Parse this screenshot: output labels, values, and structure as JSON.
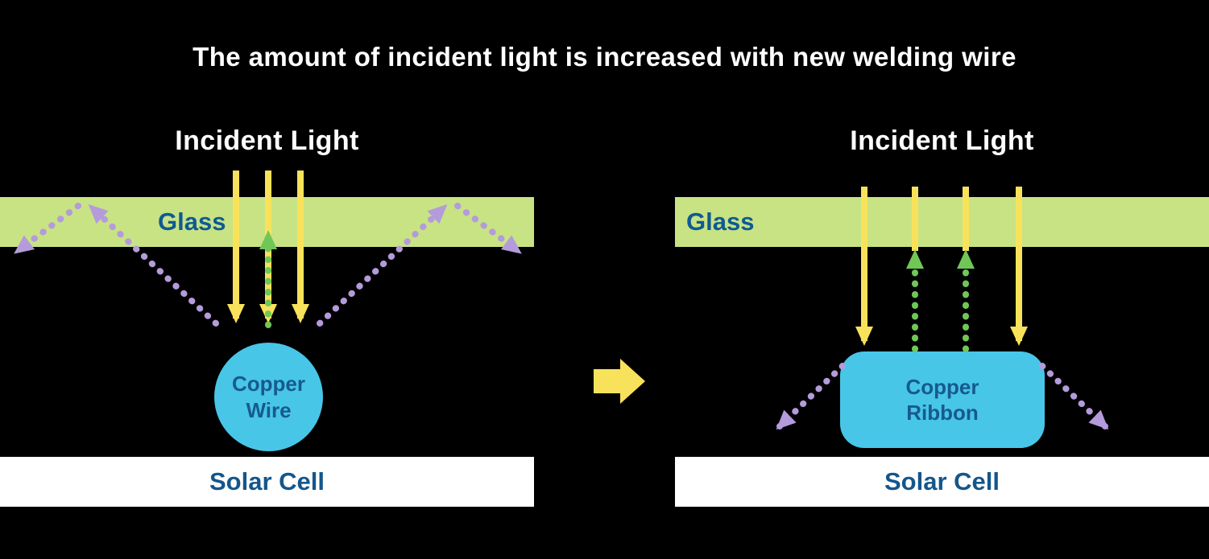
{
  "title": "The amount of incident light is increased with new welding wire",
  "colors": {
    "background": "#000000",
    "title_text": "#ffffff",
    "glass_fill": "#c8e384",
    "glass_label_text": "#0f5a92",
    "copper_label_text": "#175a8d",
    "solar_cell_label_text": "#14568c",
    "incident_ray_yellow": "#f9e25b",
    "reflected_ray_green": "#70c757",
    "escaping_ray_purple": "#b49bdb",
    "copper_cyan": "#47c6e8",
    "solar_cell_white": "#ffffff"
  },
  "left_panel": {
    "incident_light_label": "Incident Light",
    "glass_label": "Glass",
    "copper_label": {
      "line1": "Copper",
      "line2": "Wire"
    },
    "solar_cell_label": "Solar Cell"
  },
  "right_panel": {
    "incident_light_label": "Incident Light",
    "glass_label": "Glass",
    "copper_label": {
      "line1": "Copper",
      "line2": "Ribbon"
    },
    "solar_cell_label": "Solar Cell"
  }
}
